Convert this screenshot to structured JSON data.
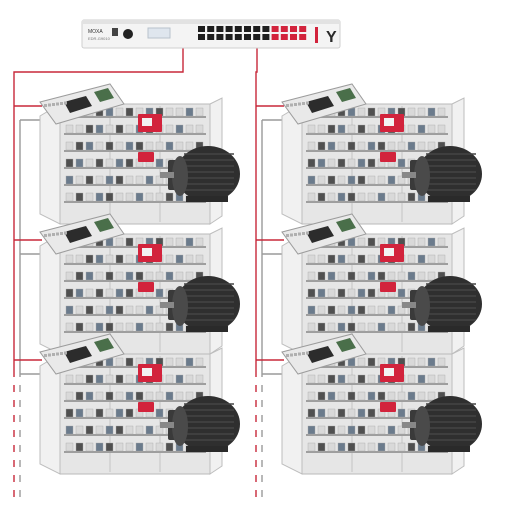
{
  "switch": {
    "brand_text": "MOXA",
    "model_text": "EDR-G9010",
    "logo_glyph": "Y"
  },
  "colors": {
    "cable_red": "#c8283a",
    "cable_gray": "#9a9a9a",
    "cabinet_body": "#e6e6e6",
    "cabinet_door": "#f1f1f1",
    "device_red": "#d2233c",
    "board_green": "#4a6f4a",
    "motor_dark": "#2f2f2f"
  },
  "layout": {
    "columns": 2,
    "rows_visible": 3,
    "continuation": "dashed"
  },
  "icons": {
    "switch": "network-switch-icon",
    "gateway": "io-gateway-board-icon",
    "cabinet": "control-cabinet-icon",
    "motor": "electric-motor-icon"
  }
}
